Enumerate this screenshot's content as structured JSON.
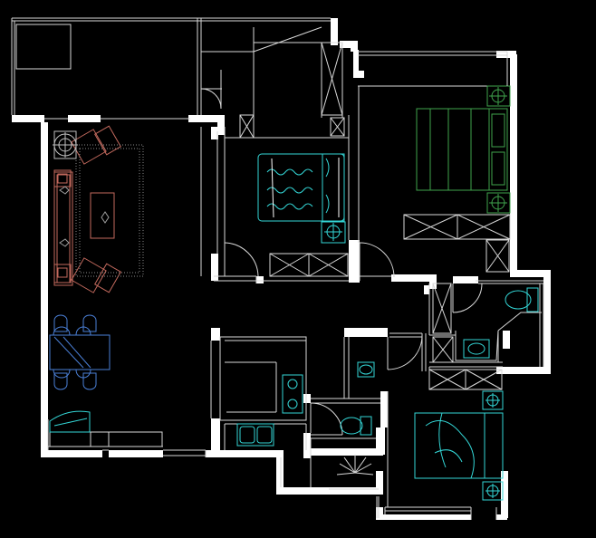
{
  "drawing": {
    "background": "#000000",
    "colors": {
      "wall": "#ffffff",
      "line": "#d8d8d8",
      "cyan": "#33d6d6",
      "green": "#3fa34d",
      "salmon": "#c46a5e",
      "blue": "#4a7fd6",
      "olive": "#9a9a4a",
      "grey": "#8a8a8a"
    },
    "rooms": [
      "balcony",
      "living-room",
      "dining-area",
      "secondary-bedroom",
      "master-bedroom",
      "kitchen",
      "bathroom-1",
      "bathroom-2",
      "third-bedroom"
    ]
  }
}
